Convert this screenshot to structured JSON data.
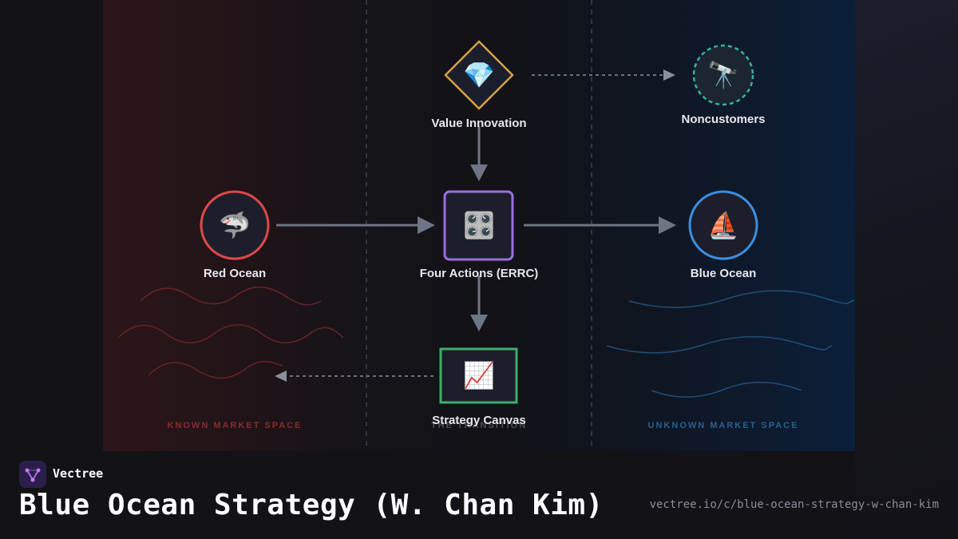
{
  "diagram": {
    "nodes": {
      "value_innovation": {
        "label": "Value Innovation",
        "icon": "gem-icon",
        "glyph": "💎",
        "color": "#d9a040"
      },
      "noncustomers": {
        "label": "Noncustomers",
        "icon": "telescope-icon",
        "glyph": "🔭",
        "color": "#35b3a6"
      },
      "red_ocean": {
        "label": "Red Ocean",
        "icon": "shark-icon",
        "glyph": "🦈",
        "color": "#e04848"
      },
      "four_actions": {
        "label": "Four Actions (ERRC)",
        "icon": "control-knobs-icon",
        "glyph": "🎛️",
        "color": "#9a6ee0"
      },
      "blue_ocean": {
        "label": "Blue Ocean",
        "icon": "sailboat-icon",
        "glyph": "⛵",
        "color": "#3c8ee0"
      },
      "strategy_canvas": {
        "label": "Strategy Canvas",
        "icon": "chart-increasing-icon",
        "glyph": "📈",
        "color": "#3fae6a"
      }
    },
    "zones": {
      "known": {
        "label": "KNOWN MARKET SPACE",
        "color": "#8c2a2e"
      },
      "transition": {
        "label": "THE TRANSITION",
        "color": "#4a4d58"
      },
      "unknown": {
        "label": "UNKNOWN MARKET SPACE",
        "color": "#2a5f8e"
      }
    }
  },
  "footer": {
    "brand": "Vectree",
    "title": "Blue Ocean Strategy (W. Chan Kim)",
    "url": "vectree.io/c/blue-ocean-strategy-w-chan-kim",
    "logo_icon": "vectree-logo-icon"
  }
}
